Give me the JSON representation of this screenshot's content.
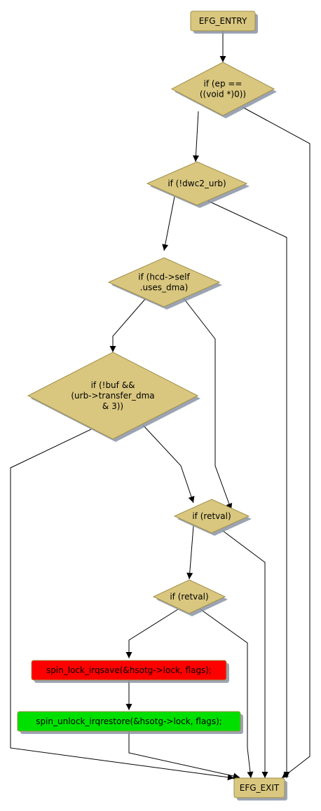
{
  "diagram": {
    "nodes": {
      "entry": {
        "label": [
          "EFG_ENTRY"
        ],
        "shape": "box",
        "color": "#d9c77f"
      },
      "cond_ep": {
        "label": [
          "if (ep ==",
          "((void *)0))"
        ],
        "shape": "diamond",
        "color": "#d9c77f"
      },
      "cond_urb": {
        "label": [
          "if (!dwc2_urb)"
        ],
        "shape": "diamond",
        "color": "#d9c77f"
      },
      "cond_dma": {
        "label": [
          "if (hcd->self",
          ".uses_dma)"
        ],
        "shape": "diamond",
        "color": "#d9c77f"
      },
      "cond_buf": {
        "label": [
          "if (!buf &&",
          "(urb->transfer_dma",
          "& 3))"
        ],
        "shape": "diamond",
        "color": "#d9c77f"
      },
      "cond_retval1": {
        "label": [
          "if (retval)"
        ],
        "shape": "diamond",
        "color": "#d9c77f"
      },
      "cond_retval2": {
        "label": [
          "if (retval)"
        ],
        "shape": "diamond",
        "color": "#d9c77f"
      },
      "lock": {
        "label": [
          "spin_lock_irqsave(&hsotg->lock, flags);"
        ],
        "shape": "box",
        "color": "#ff0000"
      },
      "unlock": {
        "label": [
          "spin_unlock_irqrestore(&hsotg->lock, flags);"
        ],
        "shape": "box",
        "color": "#00e000"
      },
      "exit": {
        "label": [
          "EFG_EXIT"
        ],
        "shape": "box",
        "color": "#d9c77f"
      }
    },
    "edges": [
      {
        "from": "entry",
        "to": "cond_ep"
      },
      {
        "from": "cond_ep",
        "to": "cond_urb"
      },
      {
        "from": "cond_ep",
        "to": "exit"
      },
      {
        "from": "cond_urb",
        "to": "cond_dma"
      },
      {
        "from": "cond_urb",
        "to": "exit"
      },
      {
        "from": "cond_dma",
        "to": "cond_buf"
      },
      {
        "from": "cond_dma",
        "to": "cond_retval1"
      },
      {
        "from": "cond_buf",
        "to": "cond_retval1"
      },
      {
        "from": "cond_buf",
        "to": "exit"
      },
      {
        "from": "cond_retval1",
        "to": "cond_retval2"
      },
      {
        "from": "cond_retval1",
        "to": "exit"
      },
      {
        "from": "cond_retval2",
        "to": "lock"
      },
      {
        "from": "cond_retval2",
        "to": "exit"
      },
      {
        "from": "lock",
        "to": "unlock"
      },
      {
        "from": "unlock",
        "to": "exit"
      }
    ]
  }
}
